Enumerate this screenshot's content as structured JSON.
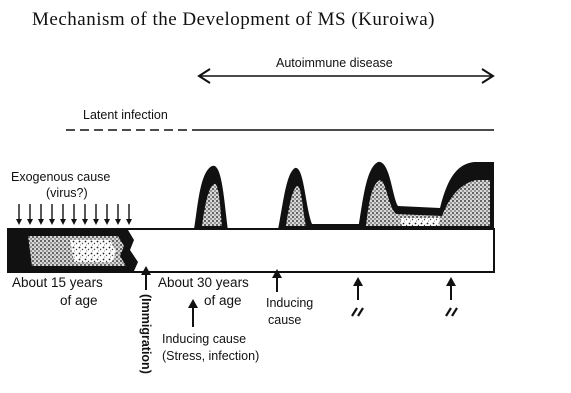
{
  "title": "Mechanism of the Development of MS (Kuroiwa)",
  "labels": {
    "autoimmune": "Autoimmune disease",
    "latent": "Latent infection",
    "exogenous_line1": "Exogenous cause",
    "exogenous_line2": "(virus?)",
    "age15_line1": "About 15 years",
    "age15_line2": "of age",
    "immigration": "(Immigration)",
    "age30_line1": "About 30 years",
    "age30_line2": "of age",
    "inducing_line1": "Inducing",
    "inducing_line2": "cause",
    "inducing_cause_line1": "Inducing cause",
    "inducing_cause_line2": "(Stress, infection)"
  },
  "icons": {
    "virus_arrows": "down-arrow-icon",
    "event_arrows": "up-arrow-icon",
    "break_marks": "double-slash-icon",
    "span_arrow": "double-headed-arrow-icon"
  },
  "colors": {
    "ink": "#111111",
    "fill": "#1a1a1a",
    "background": "#ffffff"
  }
}
